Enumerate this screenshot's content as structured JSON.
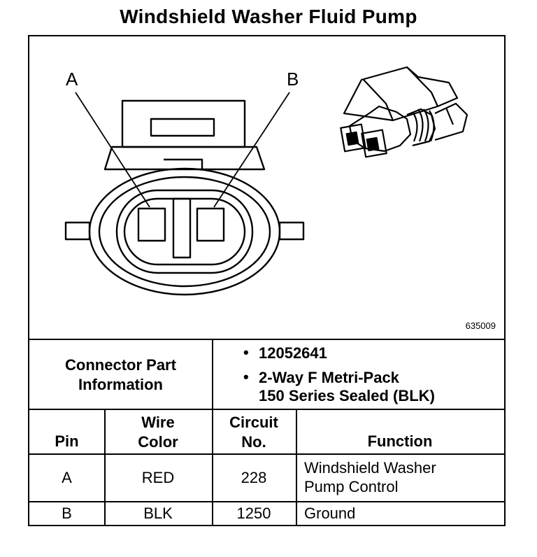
{
  "title": "Windshield Washer Fluid Pump",
  "diagram": {
    "pin_a_label": "A",
    "pin_b_label": "B",
    "part_code": "635009"
  },
  "connector_info": {
    "label_line1": "Connector Part",
    "label_line2": "Information",
    "bullet": "•",
    "part_number": "12052641",
    "description_line1": "2-Way F Metri-Pack",
    "description_line2": "150 Series Sealed (BLK)"
  },
  "table": {
    "headers": {
      "pin": "Pin",
      "wire_color_line1": "Wire",
      "wire_color_line2": "Color",
      "circuit_line1": "Circuit",
      "circuit_line2": "No.",
      "function": "Function"
    },
    "rows": [
      {
        "pin": "A",
        "wire_color": "RED",
        "circuit": "228",
        "function_line1": "Windshield Washer",
        "function_line2": "Pump Control"
      },
      {
        "pin": "B",
        "wire_color": "BLK",
        "circuit": "1250",
        "function_line1": "Ground",
        "function_line2": ""
      }
    ]
  }
}
